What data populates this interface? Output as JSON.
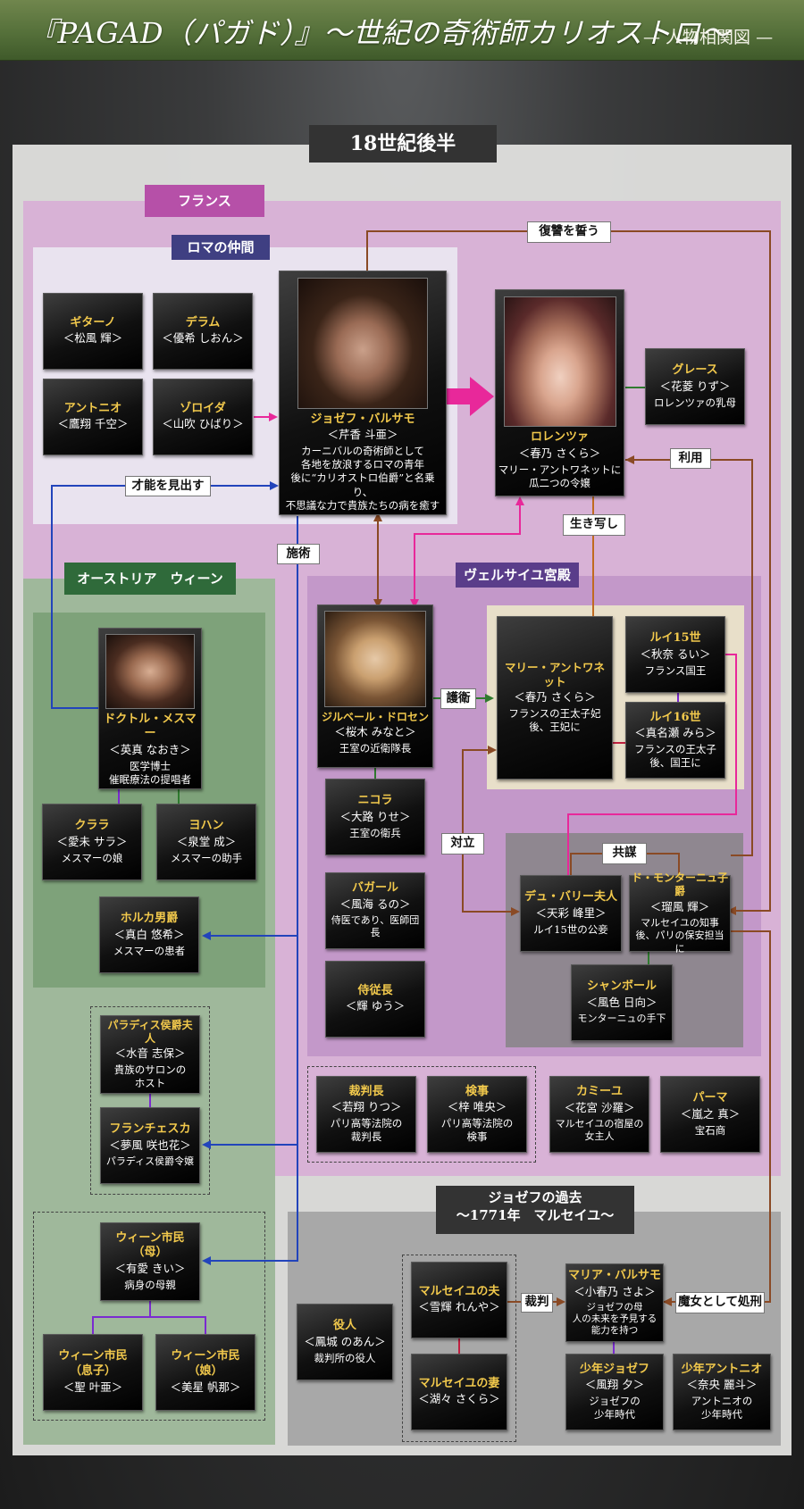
{
  "header": {
    "title": "『PAGAD（パガド）』〜世紀の奇術師カリオストロ〜",
    "subtitle": "— 人物相関図 —"
  },
  "era": "18世紀後半",
  "regions": {
    "france": "フランス",
    "roma": "ロマの仲間",
    "austria": "オーストリア　ウィーン",
    "versailles": "ヴェルサイユ宮殿",
    "past": "ジョゼフの過去\n〜1771年　マルセイユ〜"
  },
  "relations": {
    "revenge": "復讐を誓う",
    "talent": "才能を見出す",
    "technique": "施術",
    "use": "利用",
    "likeness": "生き写し",
    "escort": "護衛",
    "oppose": "対立",
    "conspire": "共謀",
    "judge": "裁判",
    "execute": "魔女として処刑"
  },
  "colors": {
    "brown": "#8a4a25",
    "blue": "#2244bb",
    "pink": "#e8289a",
    "purple": "#7a2ad0",
    "green": "#2f7a2f",
    "red": "#c02040"
  },
  "characters": {
    "guitano": {
      "name": "ギターノ",
      "actor": "＜松風 輝＞",
      "desc": ""
    },
    "delam": {
      "name": "デラム",
      "actor": "＜優希 しおん＞",
      "desc": ""
    },
    "antonio": {
      "name": "アントニオ",
      "actor": "＜鷹翔 千空＞",
      "desc": ""
    },
    "zoroida": {
      "name": "ゾロイダ",
      "actor": "＜山吹 ひばり＞",
      "desc": ""
    },
    "joseph": {
      "name": "ジョゼフ・バルサモ",
      "actor": "＜芹香 斗亜＞",
      "desc": "カーニバルの奇術師として\n各地を放浪するロマの青年\n後に“カリオストロ伯爵”と名乗り、\n不思議な力で貴族たちの病を癒す"
    },
    "lorenza": {
      "name": "ロレンツァ",
      "actor": "＜春乃 さくら＞",
      "desc": "マリー・アントワネットに\n瓜二つの令嬢"
    },
    "grace": {
      "name": "グレース",
      "actor": "＜花菱 りず＞",
      "desc": "ロレンツァの乳母"
    },
    "mesmer": {
      "name": "ドクトル・メスマー",
      "actor": "＜英真 なおき＞",
      "desc": "医学博士\n催眠療法の提唱者"
    },
    "clara": {
      "name": "クララ",
      "actor": "＜愛未 サラ＞",
      "desc": "メスマーの娘"
    },
    "johann": {
      "name": "ヨハン",
      "actor": "＜泉堂 成＞",
      "desc": "メスマーの助手"
    },
    "horka": {
      "name": "ホルカ男爵",
      "actor": "＜真白 悠希＞",
      "desc": "メスマーの患者"
    },
    "paradis_wife": {
      "name": "パラディス侯爵夫人",
      "actor": "＜水音 志保＞",
      "desc": "貴族のサロンの\nホスト"
    },
    "francesca": {
      "name": "フランチェスカ",
      "actor": "＜夢風 咲也花＞",
      "desc": "パラディス侯爵令嬢"
    },
    "vienna_mother": {
      "name": "ウィーン市民\n（母）",
      "actor": "＜有愛 きい＞",
      "desc": "病身の母親"
    },
    "vienna_son": {
      "name": "ウィーン市民\n（息子）",
      "actor": "＜聖 叶亜＞",
      "desc": ""
    },
    "vienna_daughter": {
      "name": "ウィーン市民\n（娘）",
      "actor": "＜美星 帆那＞",
      "desc": ""
    },
    "gilbert": {
      "name": "ジルベール・ドロセン",
      "actor": "＜桜木 みなと＞",
      "desc": "王室の近衛隊長"
    },
    "nicola": {
      "name": "ニコラ",
      "actor": "＜大路 りせ＞",
      "desc": "王室の衛兵"
    },
    "bagar": {
      "name": "バガール",
      "actor": "＜風海 るの＞",
      "desc": "侍医であり、医師団長"
    },
    "chamberlain": {
      "name": "侍従長",
      "actor": "＜輝 ゆう＞",
      "desc": ""
    },
    "marie": {
      "name": "マリー・アントワネット",
      "actor": "＜春乃 さくら＞",
      "desc": "フランスの王太子妃\n後、王妃に"
    },
    "louis15": {
      "name": "ルイ15世",
      "actor": "＜秋奈 るい＞",
      "desc": "フランス国王"
    },
    "louis16": {
      "name": "ルイ16世",
      "actor": "＜真名瀬 みら＞",
      "desc": "フランスの王太子\n後、国王に"
    },
    "dubarry": {
      "name": "デュ・バリー夫人",
      "actor": "＜天彩 峰里＞",
      "desc": "ルイ15世の公妾"
    },
    "montanieu": {
      "name": "ド・モンターニュ子爵",
      "actor": "＜瑠風 輝＞",
      "desc": "マルセイユの知事\n後、パリの保安担当に"
    },
    "chambord": {
      "name": "シャンボール",
      "actor": "＜風色 日向＞",
      "desc": "モンターニュの手下"
    },
    "judge": {
      "name": "裁判長",
      "actor": "＜若翔 りつ＞",
      "desc": "パリ高等法院の\n裁判長"
    },
    "prosecutor": {
      "name": "検事",
      "actor": "＜梓 唯央＞",
      "desc": "パリ高等法院の\n検事"
    },
    "camille": {
      "name": "カミーユ",
      "actor": "＜花宮 沙羅＞",
      "desc": "マルセイユの宿屋の\n女主人"
    },
    "palma": {
      "name": "パーマ",
      "actor": "＜嵐之 真＞",
      "desc": "宝石商"
    },
    "official": {
      "name": "役人",
      "actor": "＜鳳城 のあん＞",
      "desc": "裁判所の役人"
    },
    "marseille_husband": {
      "name": "マルセイユの夫",
      "actor": "＜雪輝 れんや＞",
      "desc": ""
    },
    "marseille_wife": {
      "name": "マルセイユの妻",
      "actor": "＜湖々 さくら＞",
      "desc": ""
    },
    "maria": {
      "name": "マリア・バルサモ",
      "actor": "＜小春乃 さよ＞",
      "desc": "ジョゼフの母\n人の未来を予見する\n能力を持つ"
    },
    "young_joseph": {
      "name": "少年ジョゼフ",
      "actor": "＜風翔 夕＞",
      "desc": "ジョゼフの\n少年時代"
    },
    "young_antonio": {
      "name": "少年アントニオ",
      "actor": "＜奈央 麗斗＞",
      "desc": "アントニオの\n少年時代"
    }
  }
}
